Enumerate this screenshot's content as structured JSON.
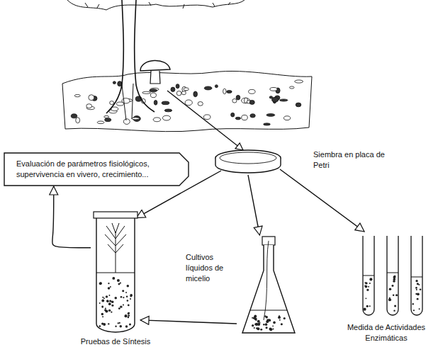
{
  "diagram": {
    "nodes": [
      {
        "text": [
          "Evaluación de parámetros fisiológicos, supervivencia en vivero, crecimiento..."
        ]
      },
      {
        "text": [
          "Siembra en placa de Petri"
        ]
      },
      {
        "text": [
          "Pruebas de Síntesis"
        ]
      },
      {
        "text": [
          "Cultivos líquidos de micelio"
        ]
      },
      {
        "text": [
          "Medida de Actividades Enzimáticas"
        ]
      }
    ],
    "edges": [
      {
        "from": 1,
        "to": 2,
        "arrow": "to"
      },
      {
        "from": 1,
        "to": 3,
        "arrow": "to"
      },
      {
        "from": 1,
        "to": 4,
        "arrow": "to"
      },
      {
        "from": 3,
        "to": 2,
        "arrow": "to"
      },
      {
        "from": 2,
        "to": 0,
        "arrow": "to"
      }
    ]
  }
}
